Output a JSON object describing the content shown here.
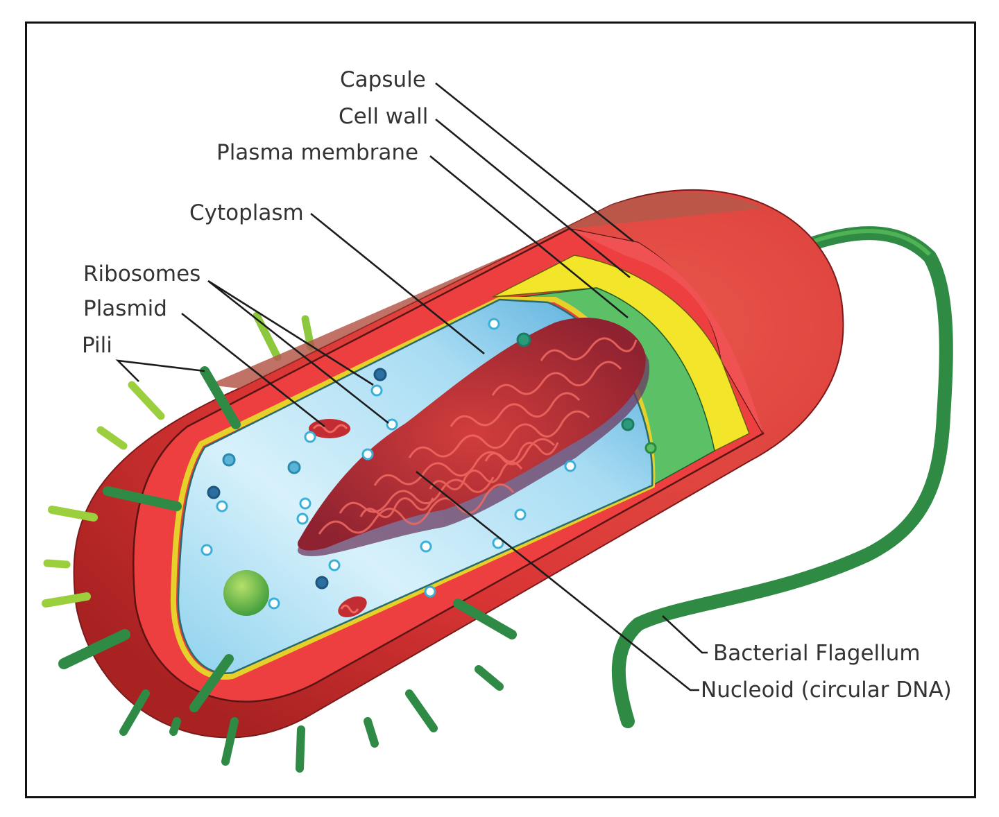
{
  "labels": {
    "capsule": "Capsule",
    "cell_wall": "Cell wall",
    "plasma_membrane": "Plasma membrane",
    "cytoplasm": "Cytoplasm",
    "ribosomes": "Ribosomes",
    "plasmid": "Plasmid",
    "pili": "Pili",
    "flagellum": "Bacterial Flagellum",
    "nucleoid": "Nucleoid (circular DNA)"
  },
  "colors": {
    "capsule": "#d93838",
    "capsule_dark": "#a42525",
    "capsule_top": "#b45a46",
    "cell_wall": "#ee3f40",
    "plasma_membrane": "#f2e52a",
    "membrane_inner": "#5cc067",
    "cytoplasm": "#bfe6f6",
    "nucleoid": "#b83033",
    "pili": "#2e8a45",
    "pili_light": "#a8d640",
    "flagellum": "#2f8a43"
  }
}
